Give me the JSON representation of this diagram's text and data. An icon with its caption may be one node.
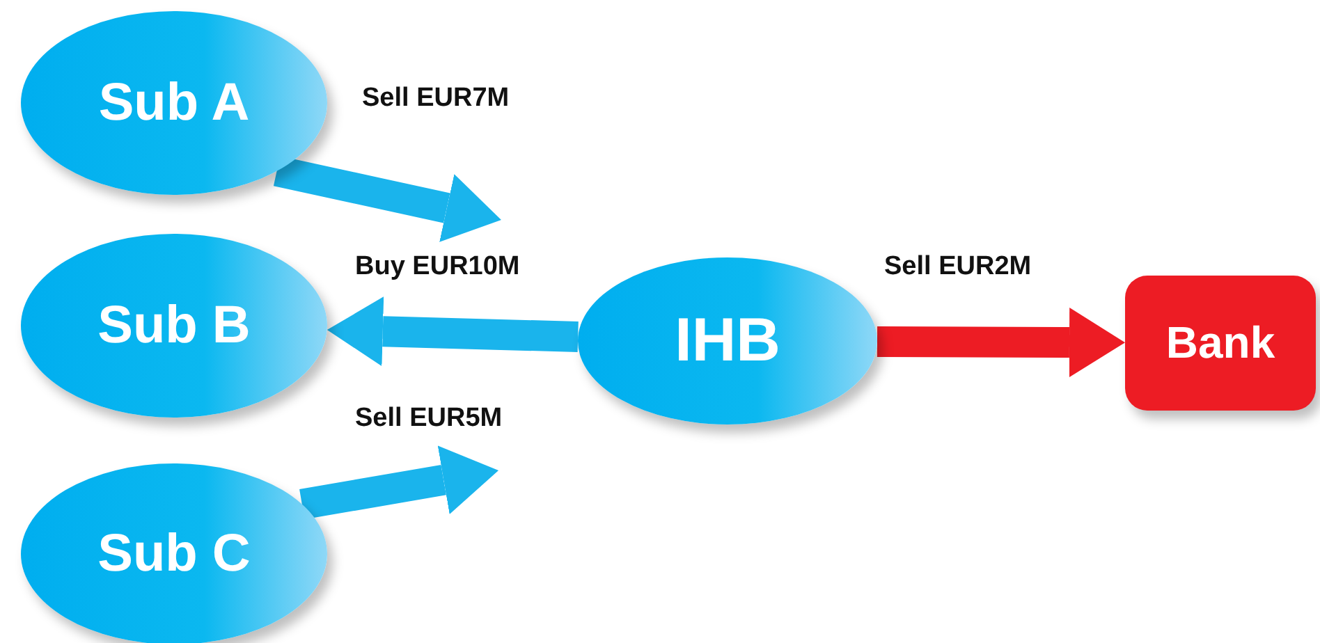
{
  "diagram": {
    "nodes": [
      {
        "text": [
          "Sub A"
        ]
      },
      {
        "text": [
          "Sub B"
        ]
      },
      {
        "text": [
          "Sub C"
        ]
      },
      {
        "text": [
          "IHB"
        ]
      },
      {
        "text": [
          "Bank"
        ]
      }
    ],
    "edges": [
      {
        "from": 0,
        "to": null,
        "arrow": "to",
        "label": "Sell EUR7M"
      },
      {
        "from": 3,
        "to": 1,
        "arrow": "to",
        "label": "Buy EUR10M"
      },
      {
        "from": 2,
        "to": null,
        "arrow": "to",
        "label": "Sell EUR5M"
      },
      {
        "from": 3,
        "to": 4,
        "arrow": "to",
        "label": "Sell EUR2M",
        "color": "#ed1c24"
      }
    ]
  }
}
